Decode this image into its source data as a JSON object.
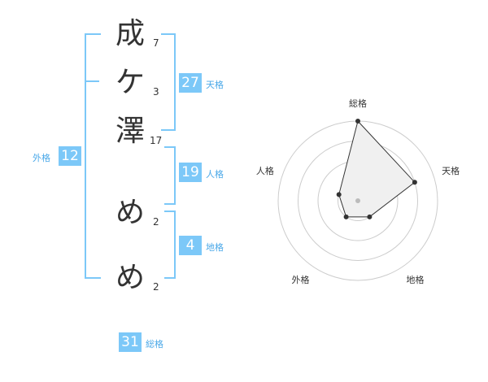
{
  "name": {
    "chars": [
      {
        "char": "成",
        "strokes": "7"
      },
      {
        "char": "ケ",
        "strokes": "3"
      },
      {
        "char": "澤",
        "strokes": "17"
      },
      {
        "char": "め",
        "strokes": "2"
      },
      {
        "char": "め",
        "strokes": "2"
      }
    ]
  },
  "fortunes": {
    "tenkaku": {
      "value": "27",
      "label": "天格"
    },
    "jinkaku": {
      "value": "19",
      "label": "人格"
    },
    "chikaku": {
      "value": "4",
      "label": "地格"
    },
    "gaikaku": {
      "value": "12",
      "label": "外格"
    },
    "soukaku": {
      "value": "31",
      "label": "総格"
    }
  },
  "radar": {
    "axes": [
      "総格",
      "天格",
      "地格",
      "外格",
      "人格"
    ],
    "levels": 4,
    "scores": [
      4,
      3,
      1,
      1,
      1
    ]
  },
  "colors": {
    "accent": "#7cc8f8",
    "label": "#4aa8e8",
    "grid": "#cccccc",
    "polygon_fill": "#f0f0f0",
    "polygon_stroke": "#333333"
  }
}
